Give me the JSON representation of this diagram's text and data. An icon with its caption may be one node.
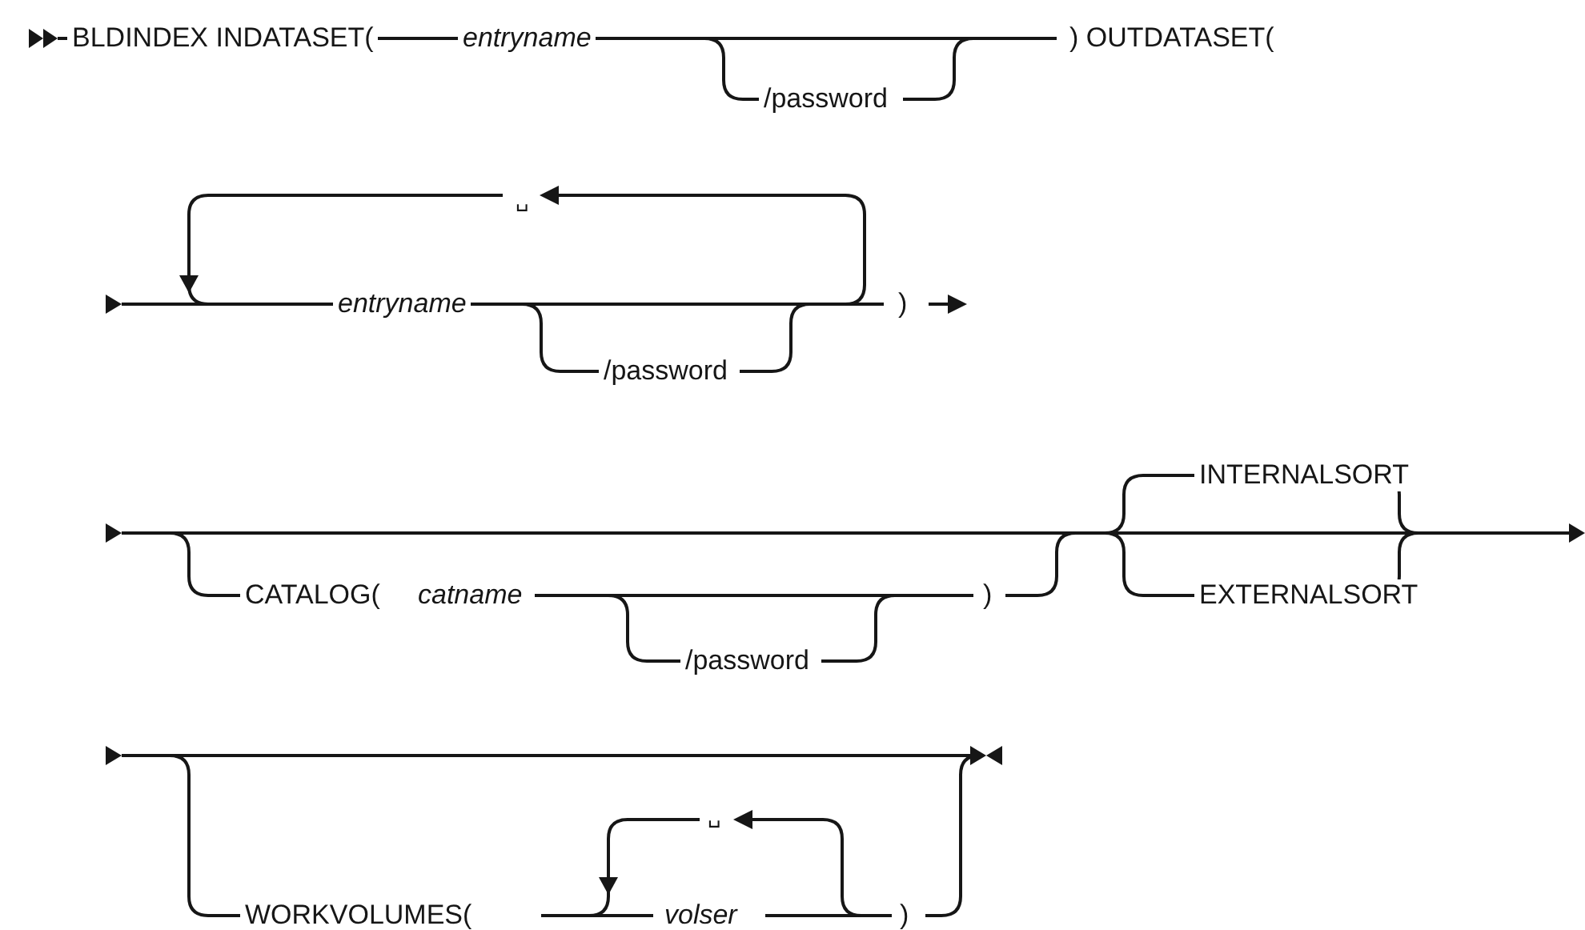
{
  "diagram": {
    "labels": [
      "BLDINDEX INDATASET(",
      "entryname",
      "/password",
      ") OUTDATASET(",
      "␣",
      "entryname",
      "/password",
      ")",
      "INTERNALSORT",
      "CATALOG(",
      "catname",
      ")",
      "EXTERNALSORT",
      "/password",
      "␣",
      "WORKVOLUMES(",
      "volser",
      ")"
    ]
  }
}
